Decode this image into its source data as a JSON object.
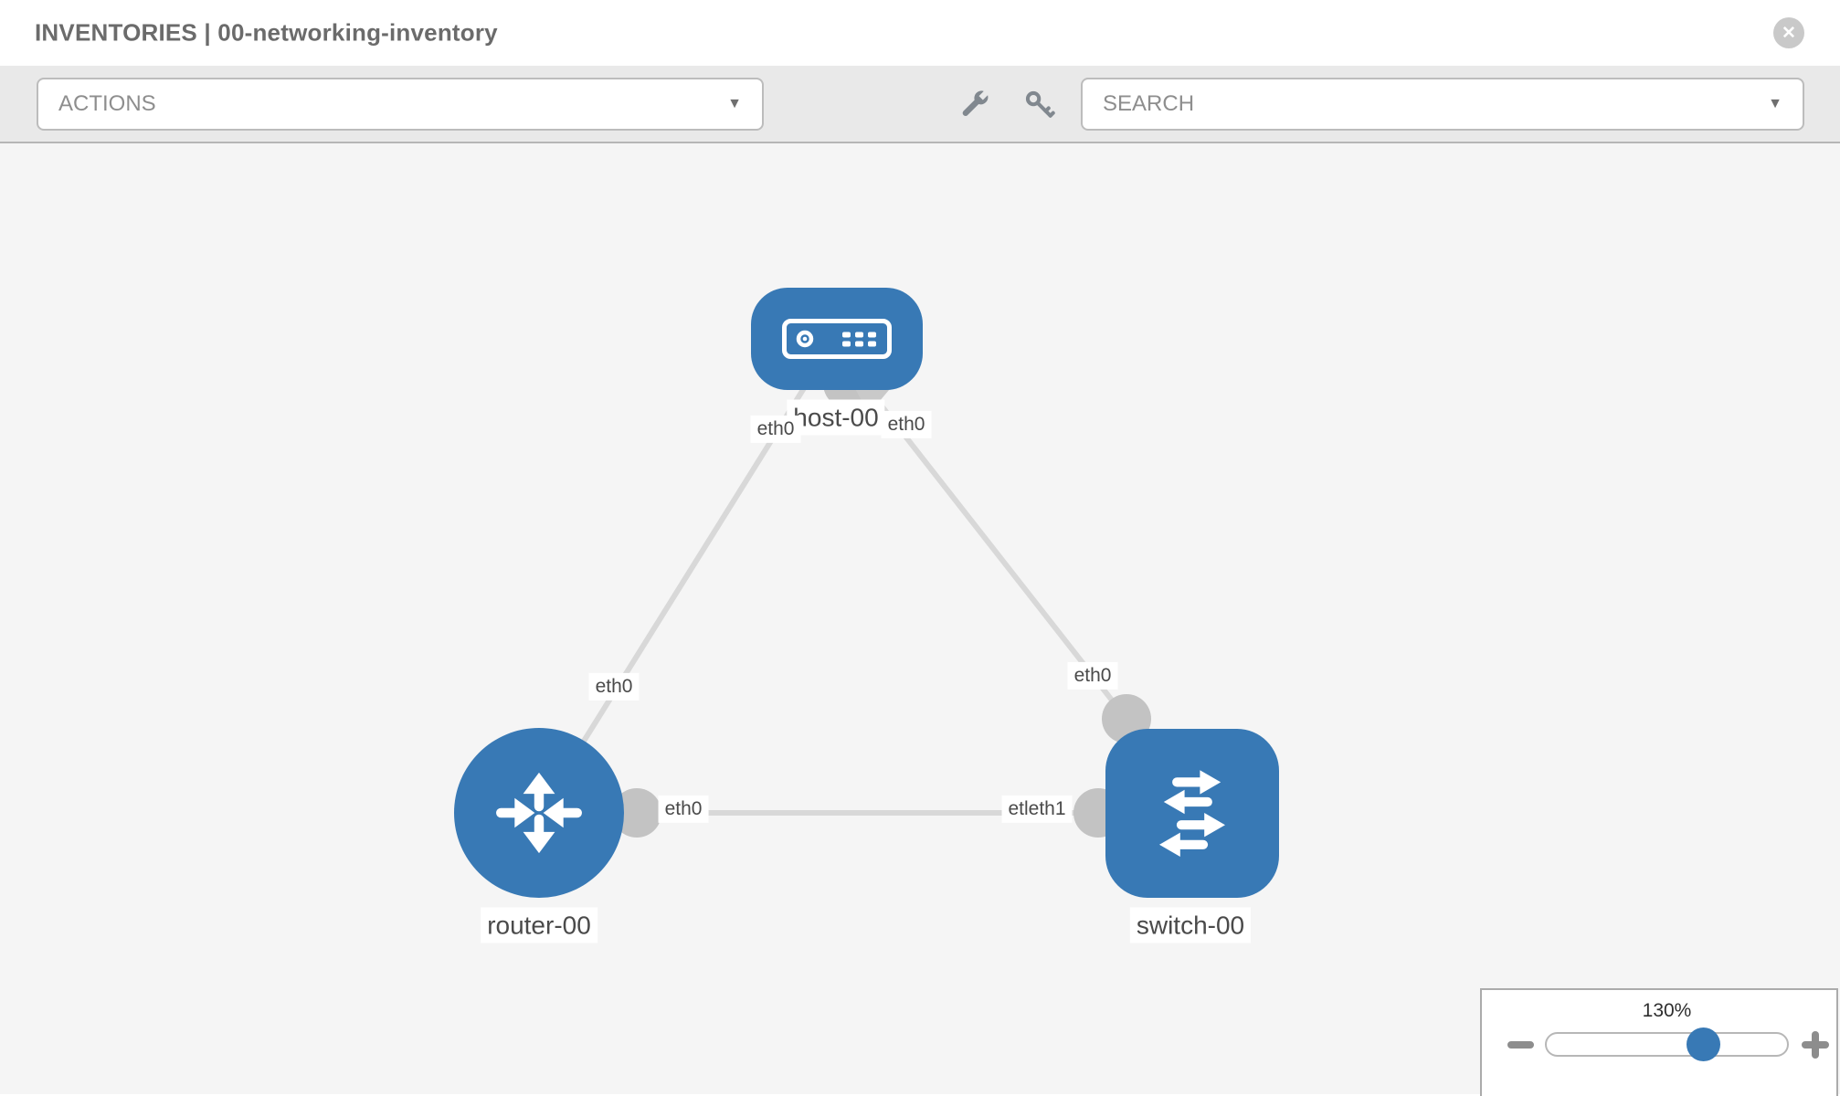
{
  "header": {
    "title": "INVENTORIES | 00-networking-inventory"
  },
  "toolbar": {
    "actions_label": "ACTIONS",
    "actions_caret": "▼",
    "search_label": "SEARCH",
    "search_caret": "▼"
  },
  "icons": {
    "header_close": "close-circle-icon",
    "toolbar": [
      "wrench-icon",
      "key-icon"
    ],
    "dropdown_caret": "chevron-down-icon",
    "zoom": [
      "minus-icon",
      "plus-icon"
    ]
  },
  "canvas": {
    "nodes": [
      {
        "id": "host-00",
        "type": "host",
        "label": "host-00"
      },
      {
        "id": "router-00",
        "type": "router",
        "label": "router-00"
      },
      {
        "id": "switch-00",
        "type": "switch",
        "label": "switch-00"
      }
    ],
    "node_labels": {
      "host": "host-00",
      "router": "router-00",
      "switch": "switch-00"
    },
    "iface_labels": {
      "host_left": "eth0",
      "host_right": "eth0",
      "router_top": "eth0",
      "switch_top": "eth0",
      "router_right": "eth0",
      "switch_left": "etleth1"
    },
    "links": [
      {
        "source": "router-00",
        "target": "host-00"
      },
      {
        "source": "switch-00",
        "target": "host-00"
      },
      {
        "source": "router-00",
        "target": "switch-00"
      }
    ]
  },
  "zoom_control": {
    "value": "130%"
  },
  "colors": {
    "node_blue": "#3879b5",
    "link_gray": "#d8d8d8",
    "endpoint_gray": "#c3c3c3",
    "canvas_bg": "#f5f5f5",
    "toolbar_bg": "#e9e9e9"
  }
}
